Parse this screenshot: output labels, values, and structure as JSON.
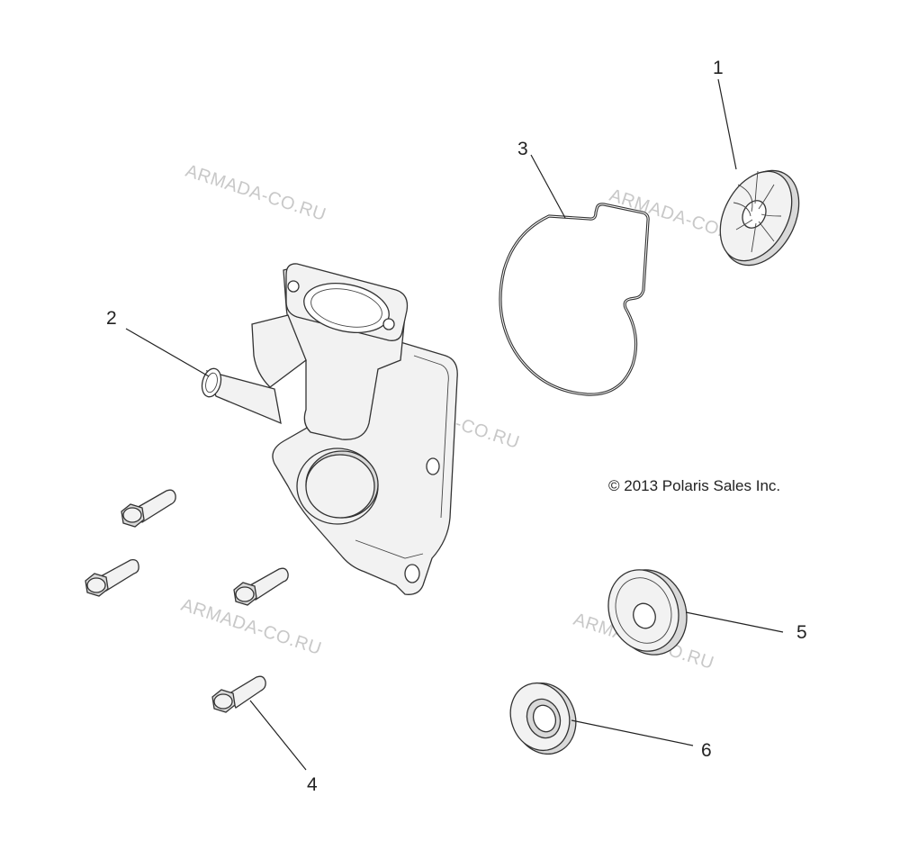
{
  "diagram": {
    "copyright": "© 2013 Polaris Sales Inc.",
    "watermark_text": "ARMADA-CO.RU",
    "callouts": [
      {
        "id": "1",
        "label": "1"
      },
      {
        "id": "2",
        "label": "2"
      },
      {
        "id": "3",
        "label": "3"
      },
      {
        "id": "4",
        "label": "4"
      },
      {
        "id": "5",
        "label": "5"
      },
      {
        "id": "6",
        "label": "6"
      }
    ],
    "colors": {
      "line": "#222222",
      "watermark": "#c8c8c8",
      "part_fill": "#f2f2f2"
    }
  }
}
